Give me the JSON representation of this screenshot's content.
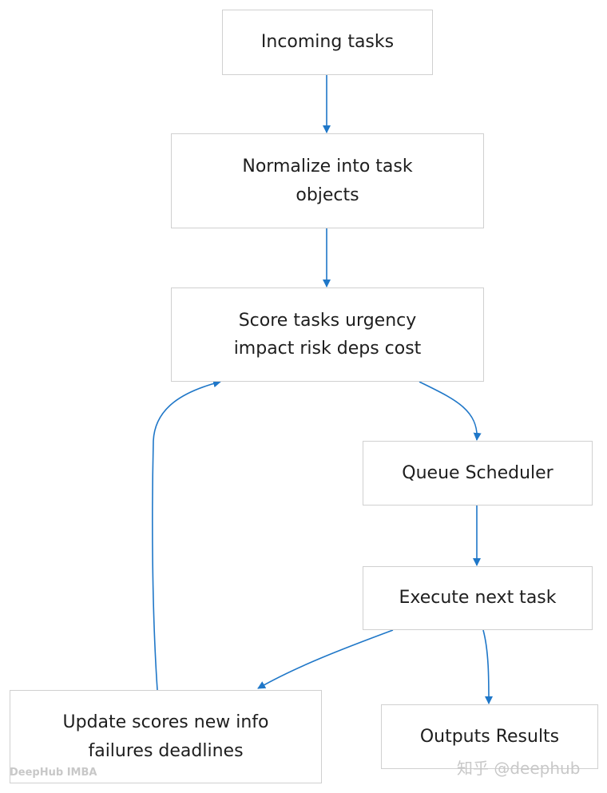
{
  "nodes": {
    "incoming": {
      "line1": "Incoming tasks"
    },
    "normalize": {
      "line1": "Normalize into task",
      "line2": "objects"
    },
    "score": {
      "line1": "Score tasks urgency",
      "line2": "impact risk deps cost"
    },
    "queue": {
      "line1": "Queue Scheduler"
    },
    "execute": {
      "line1": "Execute next task"
    },
    "update": {
      "line1": "Update scores new info",
      "line2": "failures deadlines"
    },
    "outputs": {
      "line1": "Outputs Results"
    }
  },
  "edges": [
    {
      "from": "incoming",
      "to": "normalize"
    },
    {
      "from": "normalize",
      "to": "score"
    },
    {
      "from": "score",
      "to": "queue"
    },
    {
      "from": "queue",
      "to": "execute"
    },
    {
      "from": "execute",
      "to": "update"
    },
    {
      "from": "execute",
      "to": "outputs"
    },
    {
      "from": "update",
      "to": "score"
    }
  ],
  "watermarks": {
    "left": "DeepHub IMBA",
    "right": "知乎 @deephub"
  },
  "colors": {
    "edge": "#1f77c8",
    "border": "#d0d0d0",
    "text": "#1e1e1e"
  }
}
